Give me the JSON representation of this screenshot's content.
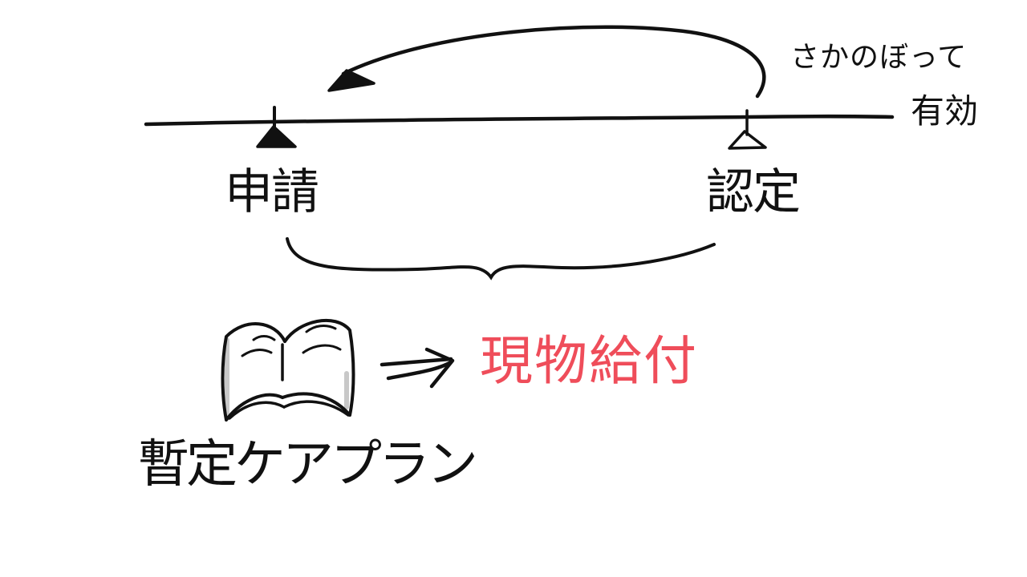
{
  "diagram": {
    "labels": {
      "retroactive": "さかのぼって",
      "valid": "有効",
      "application": "申請",
      "certification": "認定",
      "provisional_care_plan": "暫定ケアプラン",
      "in_kind_benefit": "現物給付"
    },
    "icons": {
      "timeline": "timeline-line",
      "application_marker": "filled-triangle-marker",
      "certification_marker": "outline-triangle-marker",
      "retro_arrow": "curved-arrow-left",
      "period_brace": "curly-brace",
      "book": "open-book-icon",
      "arrow": "double-line-arrow-right"
    },
    "colors": {
      "ink": "#111111",
      "highlight": "#ef4d5a",
      "shadow": "#c8c8c8"
    }
  }
}
